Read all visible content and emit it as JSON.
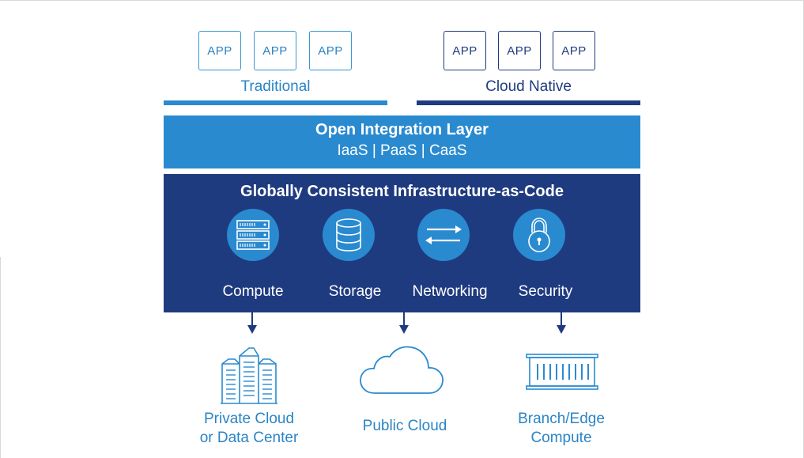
{
  "traditional": {
    "apps": [
      "APP",
      "APP",
      "APP"
    ],
    "label": "Traditional"
  },
  "cloud_native": {
    "apps": [
      "APP",
      "APP",
      "APP"
    ],
    "label": "Cloud Native"
  },
  "integration_layer": {
    "title": "Open Integration Layer",
    "subtitle": "IaaS | PaaS | CaaS"
  },
  "infrastructure": {
    "title": "Globally Consistent Infrastructure-as-Code",
    "capabilities": [
      {
        "label": "Compute",
        "icon": "server-rack-icon"
      },
      {
        "label": "Storage",
        "icon": "database-icon"
      },
      {
        "label": "Networking",
        "icon": "exchange-arrows-icon"
      },
      {
        "label": "Security",
        "icon": "padlock-icon"
      }
    ]
  },
  "destinations": [
    {
      "line1": "Private Cloud",
      "line2": "or Data Center",
      "icon": "data-center-icon"
    },
    {
      "line1": "Public Cloud",
      "line2": "",
      "icon": "cloud-icon"
    },
    {
      "line1": "Branch/Edge",
      "line2": "Compute",
      "icon": "container-icon"
    }
  ],
  "colors": {
    "light_blue": "#2a8ad0",
    "dark_blue": "#1f3b80"
  }
}
